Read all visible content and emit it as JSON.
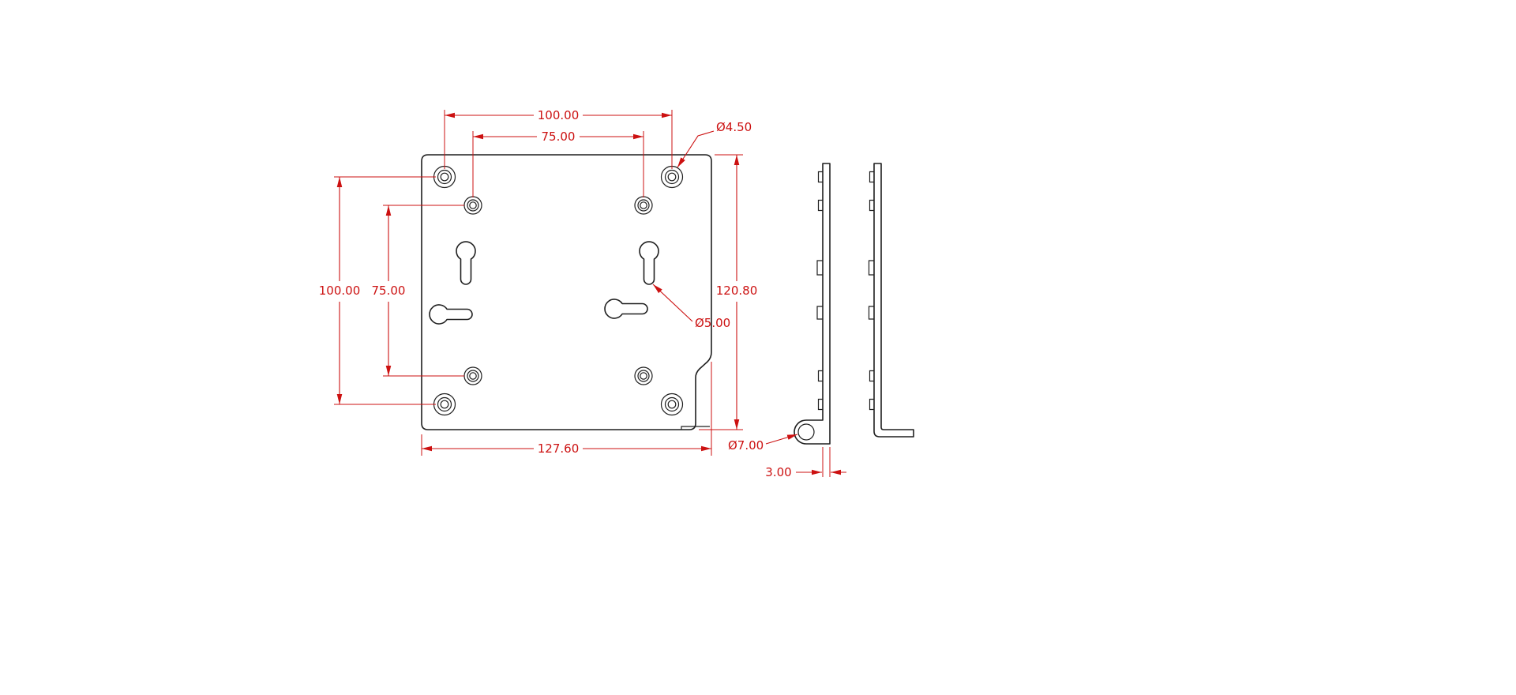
{
  "drawing": {
    "type": "engineering-dimension-drawing",
    "subject": "VESA mounting plate with keyhole slots, front view and two side profile views",
    "colors": {
      "dimension_accent": "#cc1111",
      "geometry_line": "#1f1f1f",
      "background": "#ffffff"
    },
    "dims": {
      "top_outer": "100.00",
      "top_inner": "75.00",
      "left_outer": "100.00",
      "left_inner": "75.00",
      "right_height": "120.80",
      "bottom_width": "127.60",
      "thickness": "3.00",
      "corner_hole_dia": "Ø4.50",
      "keyhole_slot_dia": "Ø5.00",
      "tab_hole_dia": "Ø7.00"
    }
  }
}
